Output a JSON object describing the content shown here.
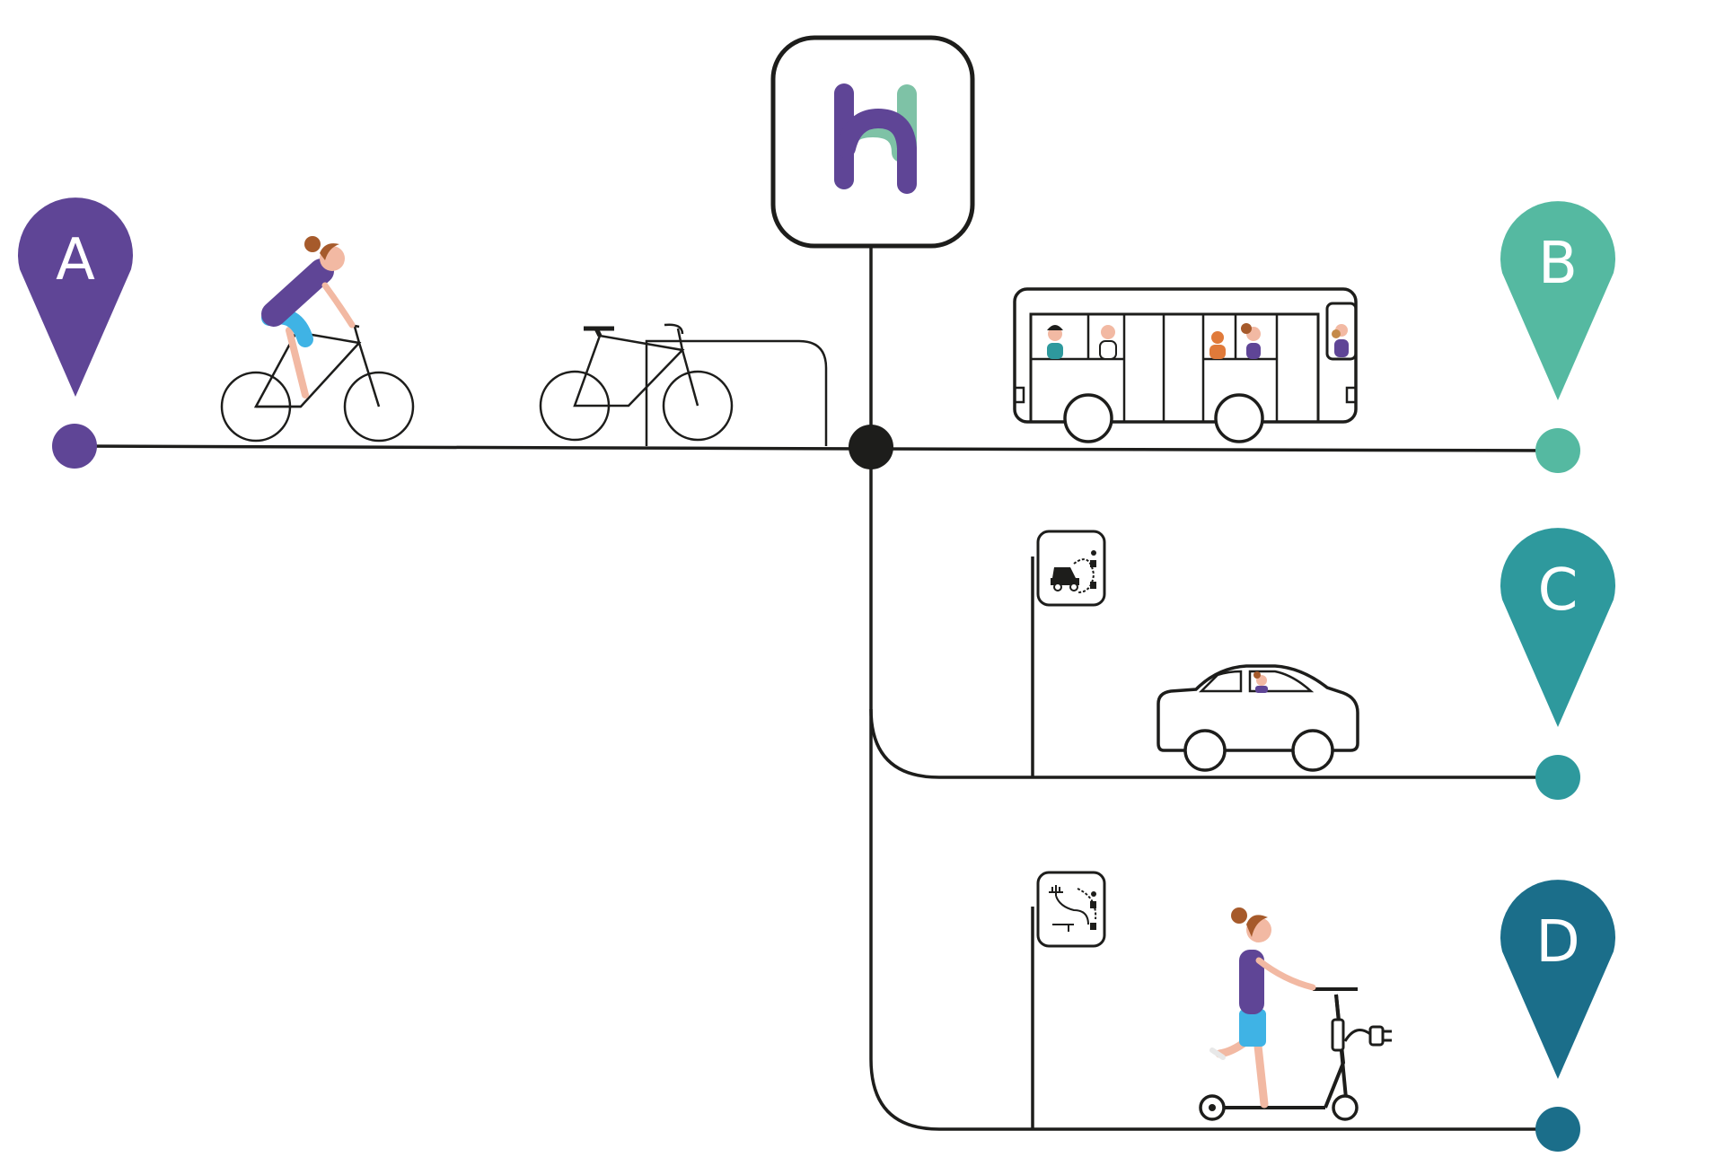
{
  "colors": {
    "line": "#1d1d1b",
    "pin_a": "#5f4596",
    "pin_b": "#55b9a1",
    "pin_c": "#2e999d",
    "pin_d": "#1b6e8a",
    "logo_purple": "#5f4596",
    "logo_green": "#7ec2a6",
    "skin": "#f2b9a3",
    "hair": "#a65a2b",
    "shirt": "#5f4596",
    "shorts": "#3fb3e5"
  },
  "pins": {
    "a": {
      "letter": "A"
    },
    "b": {
      "letter": "B"
    },
    "c": {
      "letter": "C"
    },
    "d": {
      "letter": "D"
    }
  },
  "hub": {
    "icon": "hub-logo-icon"
  },
  "modes": [
    "bicycle-icon",
    "bus-icon",
    "car-icon",
    "e-scooter-icon",
    "shared-car-sign-icon",
    "shared-scooter-sign-icon",
    "bike-rack-icon"
  ]
}
